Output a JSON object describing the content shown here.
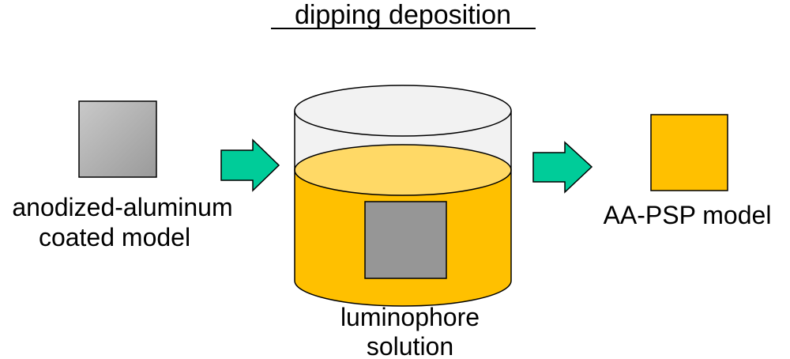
{
  "title": "dipping deposition",
  "steps": {
    "input": {
      "label_line1": "anodized-aluminum",
      "label_line2": "coated model"
    },
    "process": {
      "label_line1": "luminophore",
      "label_line2": "solution"
    },
    "output": {
      "label": "AA-PSP model"
    }
  },
  "colors": {
    "arrow": "#00cc99",
    "solution": "#ffc000",
    "solution_surface": "#ffd966",
    "submerged_model": "#969696",
    "output_model": "#ffc000"
  }
}
